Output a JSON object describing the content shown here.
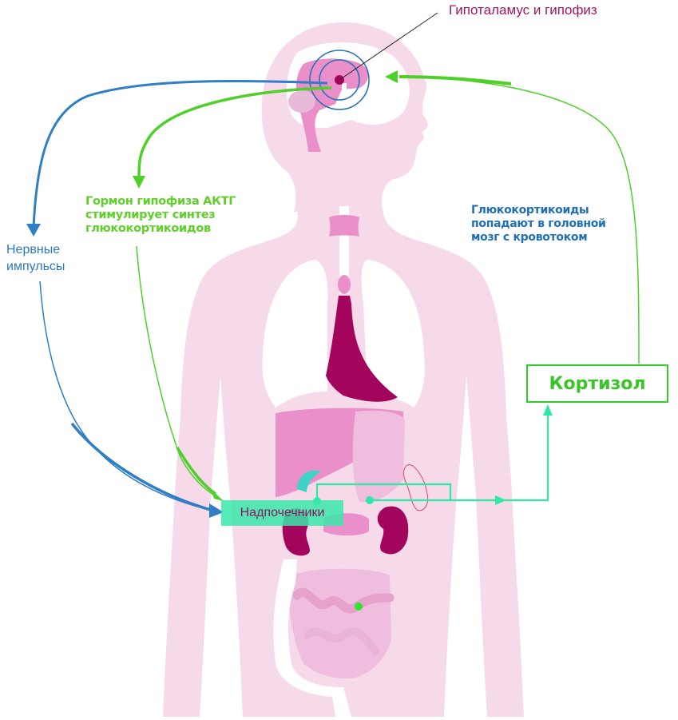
{
  "diagram": {
    "title_label": "Гипоталамус и гипофиз",
    "acth_label": "Гормон гипофиза АКТГ\nстимулирует синтез\nглюкокортикоидов",
    "nerve_label": "Нервные\nимпульсы",
    "glucocorticoid_label": "Глюкокортикоиды\nпопадают в головной\nмозг с кровотоком",
    "cortisol_label": "Кортизол",
    "adrenal_label": "Надпочечники"
  },
  "colors": {
    "body": "#f6dae9",
    "organ_light": "#efbddd",
    "organ_mid": "#ea8fca",
    "organ_dark": "#a3055d",
    "nerve_arrow": "#2f7ec6",
    "hormone_arrow": "#4fcf2a",
    "adrenal_flow": "#2ee8a6",
    "target_rings": "#2a73b3"
  },
  "flows": [
    {
      "from": "Гипоталамус и гипофиз",
      "to": "Надпочечники",
      "type": "Нервные импульсы"
    },
    {
      "from": "Гипоталамус и гипофиз",
      "to": "Надпочечники",
      "type": "АКТГ"
    },
    {
      "from": "Надпочечники",
      "to": "Кортизол",
      "type": "secretion"
    },
    {
      "from": "Кортизол",
      "to": "Гипоталамус и гипофиз",
      "type": "Глюкокортикоиды"
    }
  ]
}
